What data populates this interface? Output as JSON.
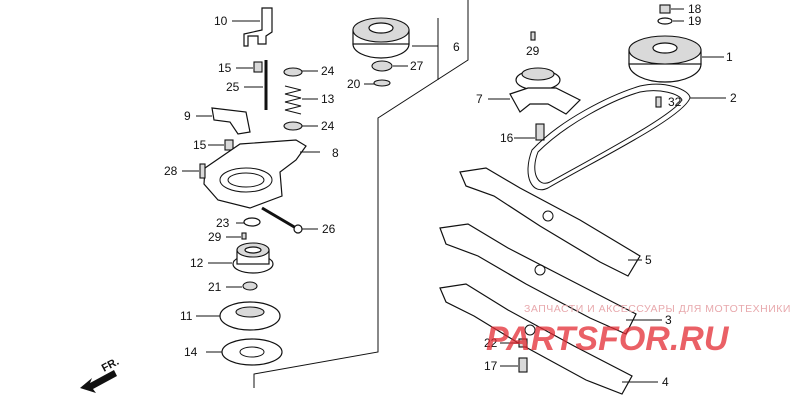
{
  "callouts": [
    {
      "id": "c1",
      "number": "1"
    },
    {
      "id": "c2",
      "number": "2"
    },
    {
      "id": "c3",
      "number": "3"
    },
    {
      "id": "c4",
      "number": "4"
    },
    {
      "id": "c5",
      "number": "5"
    },
    {
      "id": "c6",
      "number": "6"
    },
    {
      "id": "c7",
      "number": "7"
    },
    {
      "id": "c8",
      "number": "8"
    },
    {
      "id": "c9",
      "number": "9"
    },
    {
      "id": "c10",
      "number": "10"
    },
    {
      "id": "c11",
      "number": "11"
    },
    {
      "id": "c12",
      "number": "12"
    },
    {
      "id": "c13",
      "number": "13"
    },
    {
      "id": "c14",
      "number": "14"
    },
    {
      "id": "c15a",
      "number": "15"
    },
    {
      "id": "c15b",
      "number": "15"
    },
    {
      "id": "c16",
      "number": "16"
    },
    {
      "id": "c17",
      "number": "17"
    },
    {
      "id": "c18",
      "number": "18"
    },
    {
      "id": "c19",
      "number": "19"
    },
    {
      "id": "c20",
      "number": "20"
    },
    {
      "id": "c21",
      "number": "21"
    },
    {
      "id": "c22",
      "number": "22"
    },
    {
      "id": "c23",
      "number": "23"
    },
    {
      "id": "c24a",
      "number": "24"
    },
    {
      "id": "c24b",
      "number": "24"
    },
    {
      "id": "c25",
      "number": "25"
    },
    {
      "id": "c26",
      "number": "26"
    },
    {
      "id": "c27",
      "number": "27"
    },
    {
      "id": "c28",
      "number": "28"
    },
    {
      "id": "c29a",
      "number": "29"
    },
    {
      "id": "c29b",
      "number": "29"
    },
    {
      "id": "c32",
      "number": "32"
    }
  ],
  "direction_label": "FR.",
  "watermark": {
    "tagline": "ЗАПЧАСТИ И АКСЕССУАРЫ ДЛЯ МОТОТЕХНИКИ",
    "brand": "PARTSFOR.RU",
    "color": "#e32b33"
  }
}
